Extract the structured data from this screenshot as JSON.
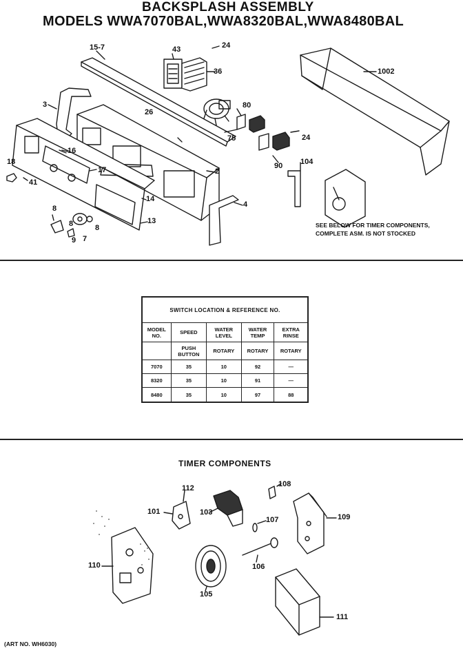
{
  "header": {
    "title": "BACKSPLASH ASSEMBLY",
    "models": "MODELS WWA7070BAL,WWA8320BAL,WWA8480BAL"
  },
  "backsplash_labels": {
    "p15_7": "15-7",
    "p43": "43",
    "p24a": "24",
    "p36": "36",
    "p1002": "1002",
    "p3": "3",
    "p26": "26",
    "p80": "80",
    "p75": "75",
    "p24b": "24",
    "p16": "16",
    "p18": "18",
    "p41": "41",
    "p17": "17",
    "p2": "2",
    "p90": "90",
    "p104": "104",
    "p14": "14",
    "p4": "4",
    "p8a": "8",
    "p13": "13",
    "p8b": "8",
    "p8c": "8",
    "p9": "9",
    "p7": "7"
  },
  "timer_note": {
    "line1": "SEE BELOW FOR TIMER COMPONENTS,",
    "line2": "COMPLETE ASM. IS NOT STOCKED"
  },
  "switch_table": {
    "caption": "SWITCH LOCATION  & REFERENCE NO.",
    "headers": [
      "MODEL NO.",
      "SPEED",
      "WATER LEVEL",
      "WATER TEMP",
      "EXTRA RINSE"
    ],
    "subheaders": [
      "",
      "PUSH BUTTON",
      "ROTARY",
      "ROTARY",
      "ROTARY"
    ],
    "rows": [
      [
        "7070",
        "35",
        "10",
        "92",
        "—"
      ],
      [
        "8320",
        "35",
        "10",
        "91",
        "—"
      ],
      [
        "8480",
        "35",
        "10",
        "97",
        "88"
      ]
    ]
  },
  "timer_section": {
    "title": "TIMER COMPONENTS",
    "labels": {
      "p112": "112",
      "p108": "108",
      "p101": "101",
      "p103": "103",
      "p109": "109",
      "p107": "107",
      "p110": "110",
      "p106": "106",
      "p105": "105",
      "p111": "111"
    }
  },
  "footer": {
    "art_no": "(ART NO. WH6030)"
  }
}
